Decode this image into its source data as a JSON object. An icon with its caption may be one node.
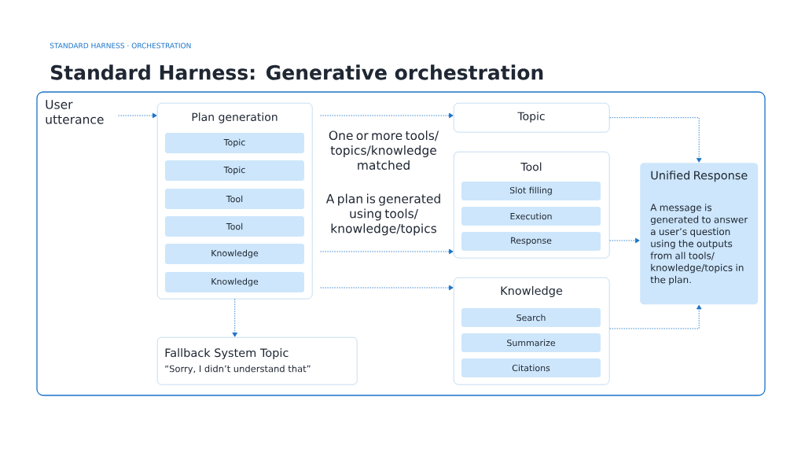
{
  "diagram": {
    "title": "Standard Harness: Generative orchestration",
    "nodes": [
      {
        "text": [
          "User utterance"
        ]
      },
      {
        "text": [
          "Plan generation"
        ]
      },
      {
        "text": [
          "Topic"
        ],
        "in": 1
      },
      {
        "text": [
          "Topic"
        ],
        "in": 1
      },
      {
        "text": [
          "Tool"
        ],
        "in": 1
      },
      {
        "text": [
          "Tool"
        ],
        "in": 1
      },
      {
        "text": [
          "Knowledge"
        ],
        "in": 1
      },
      {
        "text": [
          "Knowledge"
        ],
        "in": 1
      },
      {
        "text": [
          "Topic"
        ]
      },
      {
        "text": [
          "Tool"
        ]
      },
      {
        "text": [
          "Slot filling"
        ],
        "in": 9
      },
      {
        "text": [
          "Execution"
        ],
        "in": 9
      },
      {
        "text": [
          "Response"
        ],
        "in": 9
      },
      {
        "text": [
          "Knowledge"
        ]
      },
      {
        "text": [
          "Search"
        ],
        "in": 13
      },
      {
        "text": [
          "Summarize"
        ],
        "in": 13
      },
      {
        "text": [
          "Citations"
        ],
        "in": 13
      },
      {
        "text": [
          "Unified Response",
          "A message is generated to answer a user’s question using the outputs from all tools/ knowledge/topics in the plan."
        ]
      },
      {
        "text": [
          "Fallback System Topic",
          "“Sorry, I didn’t understand that”"
        ]
      }
    ],
    "edges": [
      {
        "from": 0,
        "to": 1,
        "arrow": "to",
        "style": "dashed"
      },
      {
        "from": 1,
        "to": 8,
        "arrow": "to",
        "style": "dashed"
      },
      {
        "from": 1,
        "to": 9,
        "arrow": "to",
        "style": "dashed"
      },
      {
        "from": 1,
        "to": 13,
        "arrow": "to",
        "style": "dashed"
      },
      {
        "from": 1,
        "to": 18,
        "arrow": "to",
        "style": "dashed"
      },
      {
        "from": 8,
        "to": 17,
        "arrow": "to",
        "style": "dashed"
      },
      {
        "from": 9,
        "to": 17,
        "arrow": "to",
        "style": "dashed"
      },
      {
        "from": 13,
        "to": 17,
        "arrow": "to",
        "style": "dashed"
      }
    ],
    "labels": [
      "STANDARD HARNESS · ORCHESTRATION",
      "One or more tools/ topics/knowledge matched",
      "A plan is generated using tools/ knowledge/topics"
    ]
  }
}
